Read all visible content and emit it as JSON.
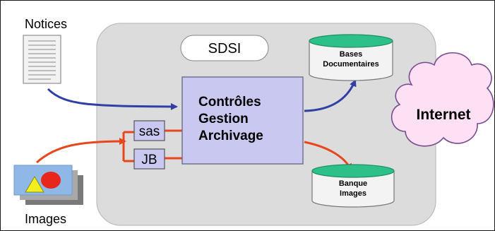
{
  "diagram": {
    "notices_label": "Notices",
    "images_label": "Images",
    "sdsi_label": "SDSI",
    "center_box": {
      "line1": "Contrôles",
      "line2": "Gestion",
      "line3": "Archivage"
    },
    "sas_label": "sas",
    "jb_label": "JB",
    "bases_doc": {
      "line1": "Bases",
      "line2": "Documentaires"
    },
    "banque_images": {
      "line1": "Banque",
      "line2": "Images"
    },
    "internet_label": "Internet"
  },
  "colors": {
    "sdsi_panel": "#dcdcdc",
    "center_box": "#c8c8f0",
    "arrow_blue": "#2f3fa6",
    "arrow_red": "#e8461c",
    "cylinder_top": "#2dc088",
    "cloud_fill": "#fde0f4",
    "cloud_stroke": "#7a4a90"
  }
}
